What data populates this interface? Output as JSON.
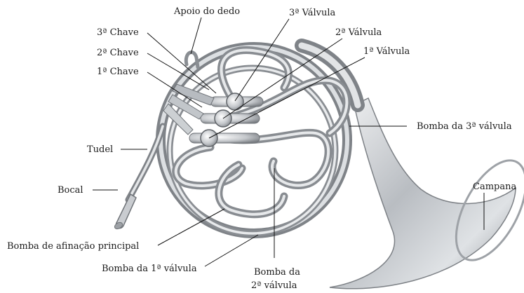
{
  "diagram": {
    "labels": {
      "apoio_dedo": "Apoio do dedo",
      "chave3": "3ª Chave",
      "chave2": "2ª Chave",
      "chave1": "1ª Chave",
      "valvula3": "3ª Válvula",
      "valvula2": "2ª Válvula",
      "valvula1": "1ª Válvula",
      "bomba3": "Bomba da 3ª válvula",
      "tudel": "Tudel",
      "bocal": "Bocal",
      "campana": "Campana",
      "bomba_afinacao": "Bomba de afinação principal",
      "bomba1": "Bomba da 1ª válvula",
      "bomba2_line1": "Bomba da",
      "bomba2_line2": "2ª válvula"
    },
    "colors": {
      "metal_dark": "#6f7378",
      "metal_mid": "#a9adb2",
      "metal_light": "#e6e8ea",
      "label_text": "#1a1a1a"
    }
  }
}
